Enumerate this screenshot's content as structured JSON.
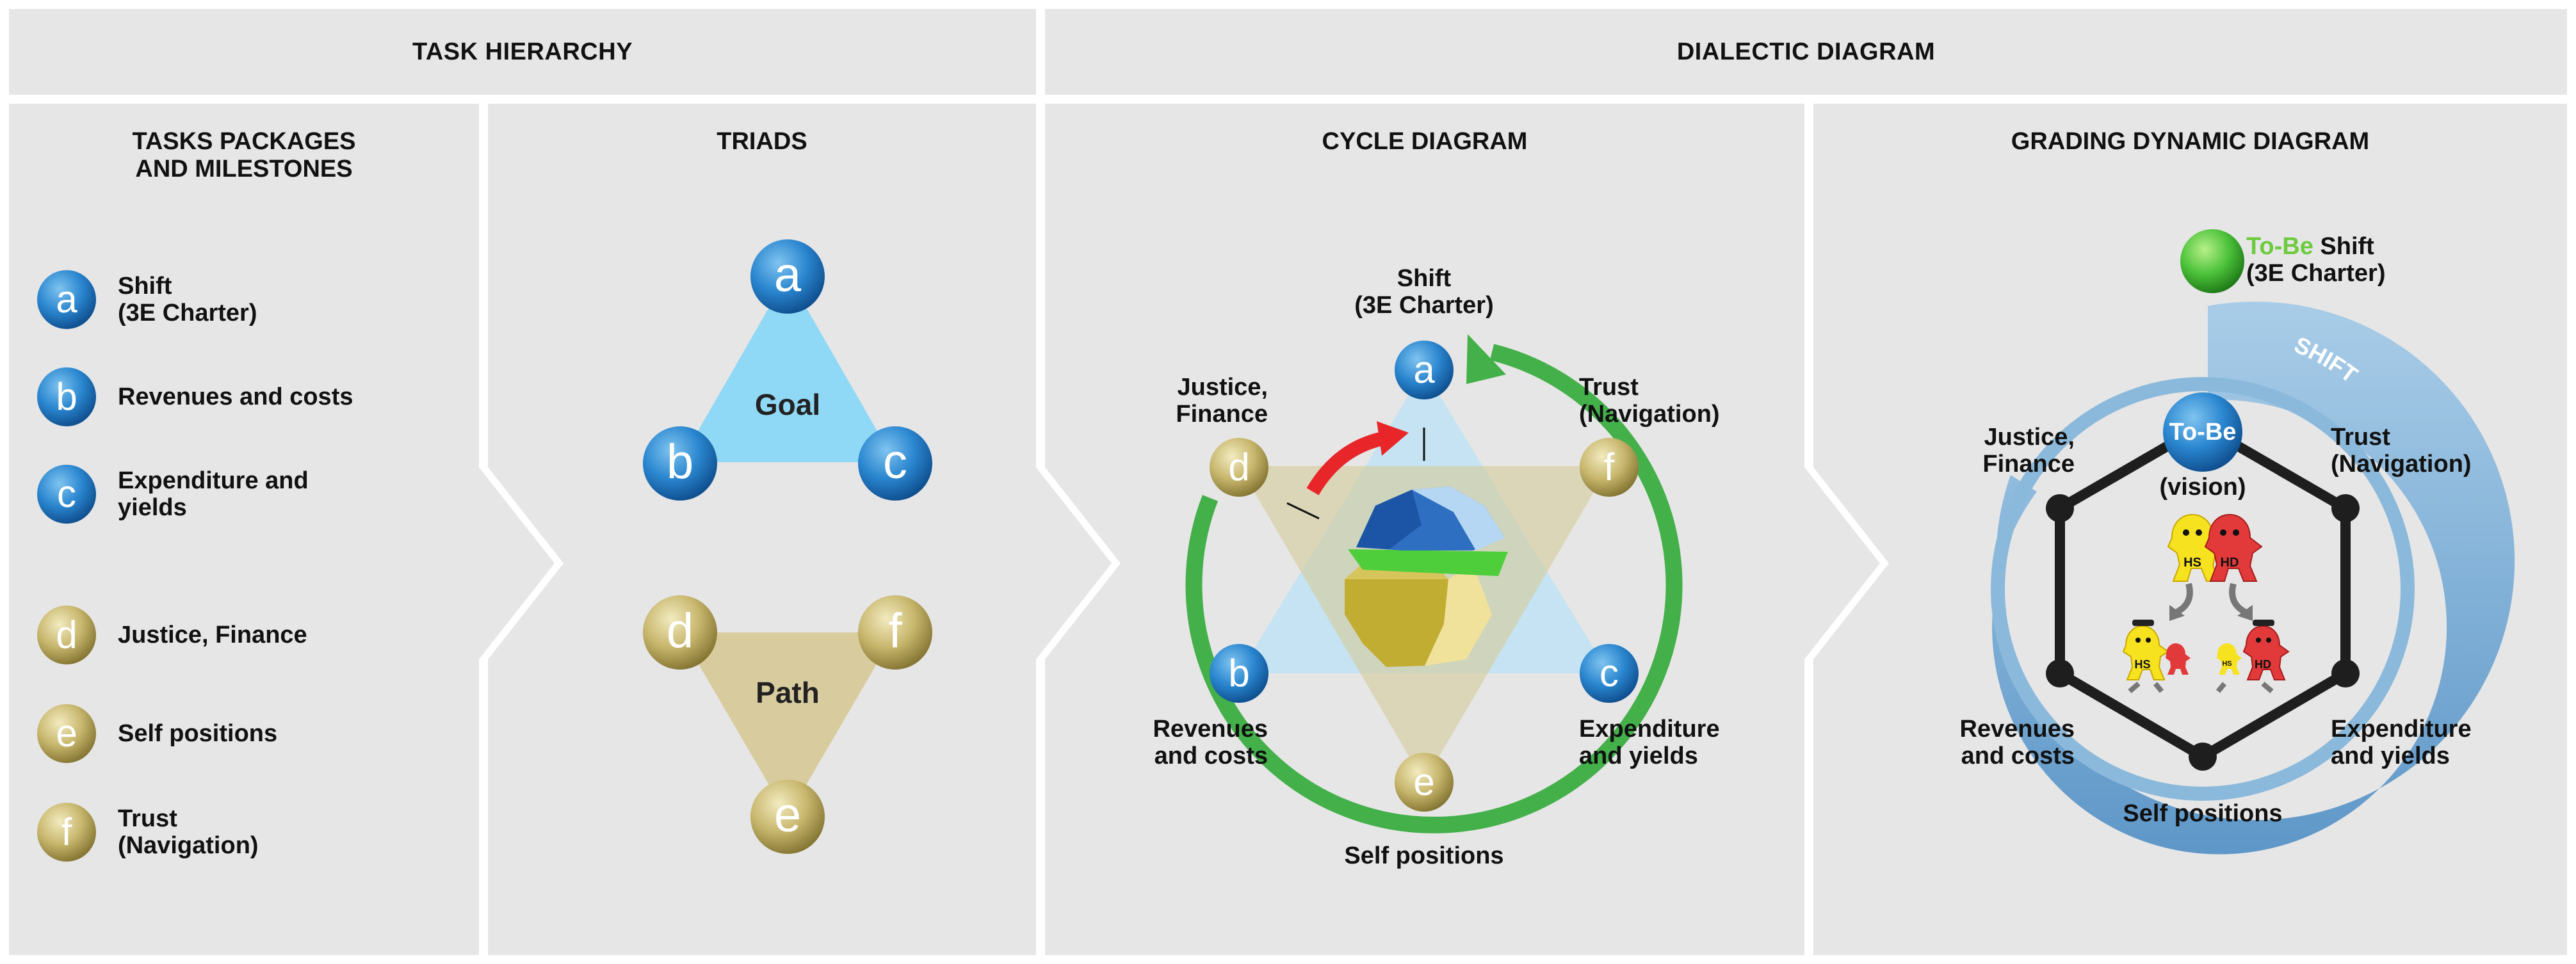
{
  "headers": {
    "task_hierarchy": "TASK HIERARCHY",
    "dialectic_diagram": "DIALECTIC DIAGRAM"
  },
  "panels": {
    "tasks": {
      "title": "TASKS PACKAGES\nAND MILESTONES"
    },
    "triads": {
      "title": "TRIADS",
      "goal": "Goal",
      "path": "Path"
    },
    "cycle": {
      "title": "CYCLE DIAGRAM"
    },
    "grading": {
      "title": "GRADING DYNAMIC DIAGRAM",
      "shift_arc": "SHIFT",
      "to_be": "To-Be",
      "vision": "(vision)",
      "tobe_prefix": "To-Be",
      "tobe_suffix": " Shift\n(3E Charter)"
    }
  },
  "legend": [
    {
      "letter": "a",
      "text": "Shift\n(3E Charter)",
      "kind": "blue"
    },
    {
      "letter": "b",
      "text": "Revenues and costs",
      "kind": "blue"
    },
    {
      "letter": "c",
      "text": "Expenditure and\nyields",
      "kind": "blue"
    },
    {
      "letter": "d",
      "text": "Justice, Finance",
      "kind": "gold"
    },
    {
      "letter": "e",
      "text": "Self positions",
      "kind": "gold"
    },
    {
      "letter": "f",
      "text": "Trust\n(Navigation)",
      "kind": "gold"
    }
  ],
  "nodes": {
    "a": "a",
    "b": "b",
    "c": "c",
    "d": "d",
    "e": "e",
    "f": "f"
  },
  "labels": {
    "shift": "Shift\n(3E Charter)",
    "justice": "Justice,\nFinance",
    "trust": "Trust\n(Navigation)",
    "revenues": "Revenues\nand costs",
    "expenditure": "Expenditure\nand yields",
    "self": "Self positions"
  },
  "figures": {
    "hs": "HS",
    "hd": "HD"
  },
  "colors": {
    "panel": "#e6e6e6",
    "blue_node": "#1f7fc8",
    "gold_node": "#b9a95d",
    "goal_triangle": "#8fd8f6",
    "path_triangle": "#d8cc9e",
    "cycle_arrow": "#44b04a",
    "red_arrow": "#e8262a",
    "shift_band": "#8bb9db"
  }
}
